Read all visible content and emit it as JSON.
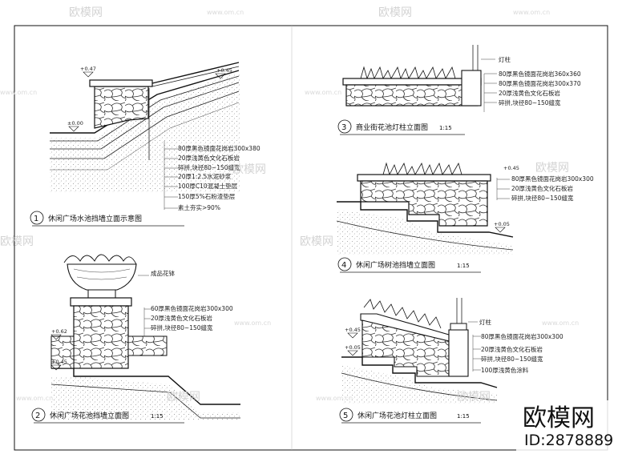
{
  "watermark": {
    "brand": "欧模网",
    "url": "www.om.cn"
  },
  "details": [
    {
      "number": "1",
      "title": "休闲广场水池挡墙立面示意图",
      "elevations": [
        "+0.47",
        "+0.45",
        "±0.00"
      ],
      "labels": [
        "80厚黑色镜面花岗岩300x380",
        "20厚浅黄色文化石板岩",
        "碎拼,块径80~150缝宽",
        "20厚1:2.5水泥砂浆",
        "100厚C10混凝土垫层",
        "150厚5%石粉渣垫层",
        "素土夯实>90%"
      ]
    },
    {
      "number": "2",
      "title": "休闲广场花池挡墙立面图",
      "scale": "1:15",
      "labels": [
        "成品花钵",
        "60厚黑色镜面花岗岩300x300",
        "20厚浅黄色文化石板岩",
        "碎拼,块径80~150缝宽"
      ],
      "elevations": [
        "+0.62",
        "+0.45"
      ]
    },
    {
      "number": "3",
      "title": "商业街花池灯柱立面图",
      "scale": "1:15",
      "labels": [
        "灯柱",
        "80厚黑色镜面花岗岩360x360",
        "80厚黑色镜面花岗岩300x370",
        "20厚浅黄色文化石板岩",
        "碎拼,块径80~150缝宽"
      ]
    },
    {
      "number": "4",
      "title": "休闲广场树池挡墙立面图",
      "scale": "1:15",
      "labels": [
        "80厚黑色镜面花岗岩300x300",
        "20厚浅黄色文化石板岩",
        "碎拼,块径80~150缝宽"
      ],
      "elevations": [
        "+0.45",
        "+0.05"
      ]
    },
    {
      "number": "5",
      "title": "休闲广场花池灯柱立面图",
      "scale": "1:15",
      "labels": [
        "灯柱",
        "80厚黑色镜面花岗岩300x300",
        "20厚浅黄色文化石板岩",
        "碎拼,块径80~150缝宽",
        "100厚浅黄色涂料"
      ],
      "elevations": [
        "+0.45",
        "+0.05"
      ]
    }
  ],
  "brand_mark": {
    "name": "欧模网",
    "id": "ID:2878889"
  }
}
